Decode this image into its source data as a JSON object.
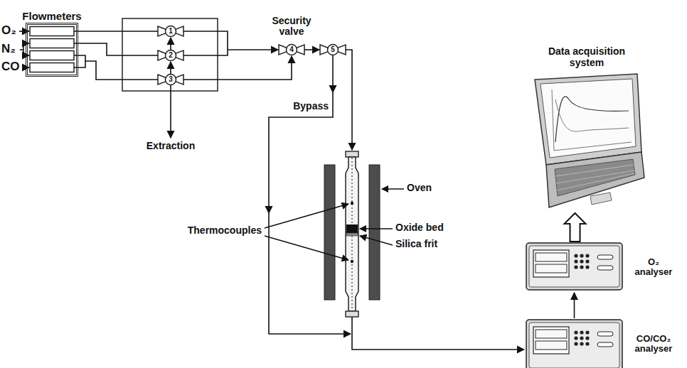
{
  "diagram": {
    "nodes": [
      {
        "text": [
          "Flowmeters"
        ]
      },
      {
        "text": [
          "Data acquisition system"
        ]
      },
      {
        "text": [
          "O₂ analyser"
        ]
      },
      {
        "text": [
          "CO/CO₂ analyser"
        ]
      }
    ],
    "edges": [
      {
        "from": 3,
        "to": 2,
        "arrow": "to"
      },
      {
        "from": 2,
        "to": 1,
        "arrow": "to"
      }
    ],
    "labels": [
      "O₂",
      "N₂",
      "CO",
      "1",
      "2",
      "3",
      "Extraction",
      "Security valve",
      "4",
      "5",
      "Bypass",
      "Thermocouples",
      "Oven",
      "Oxide bed",
      "Silica frit"
    ]
  }
}
